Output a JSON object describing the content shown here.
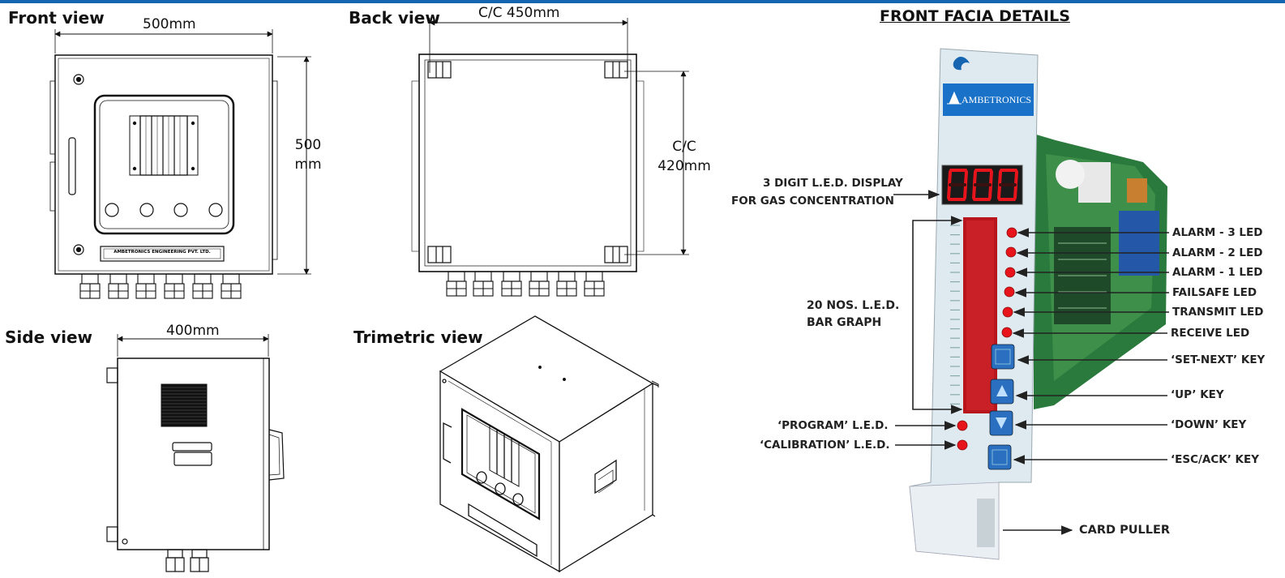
{
  "views": {
    "front": {
      "title": "Front view",
      "width": "500mm",
      "height_value": "500",
      "height_unit": "mm",
      "plate": "AMBETRONICS ENGINEERING PVT. LTD."
    },
    "back": {
      "title": "Back view",
      "width": "C/C 450mm",
      "height_line1": "C/C",
      "height_line2": "420mm"
    },
    "side": {
      "title": "Side view",
      "width": "400mm"
    },
    "trimetric": {
      "title": "Trimetric view"
    }
  },
  "facia": {
    "title": "FRONT FACIA DETAILS",
    "brand": "AMBETRONICS",
    "display_digits": "000",
    "display_label_1": "3 DIGIT L.E.D. DISPLAY",
    "display_label_2": "FOR GAS CONCENTRATION",
    "bar_label_1": "20 NOS. L.E.D.",
    "bar_label_2": "BAR GRAPH",
    "right_labels": [
      "ALARM - 3 LED",
      "ALARM - 2 LED",
      "ALARM - 1 LED",
      "FAILSAFE LED",
      "TRANSMIT LED",
      "RECEIVE LED",
      "‘SET-NEXT’ KEY",
      "‘UP’ KEY",
      "‘DOWN’ KEY",
      "‘ESC/ACK’ KEY"
    ],
    "left_labels": [
      "‘PROGRAM’ L.E.D.",
      "‘CALIBRATION’ L.E.D."
    ],
    "card_puller": "CARD PULLER"
  },
  "colors": {
    "accent": "#1565b0",
    "led_red": "#e8141c",
    "key_blue": "#2a6fc0",
    "panel": "#dfeaf0"
  }
}
